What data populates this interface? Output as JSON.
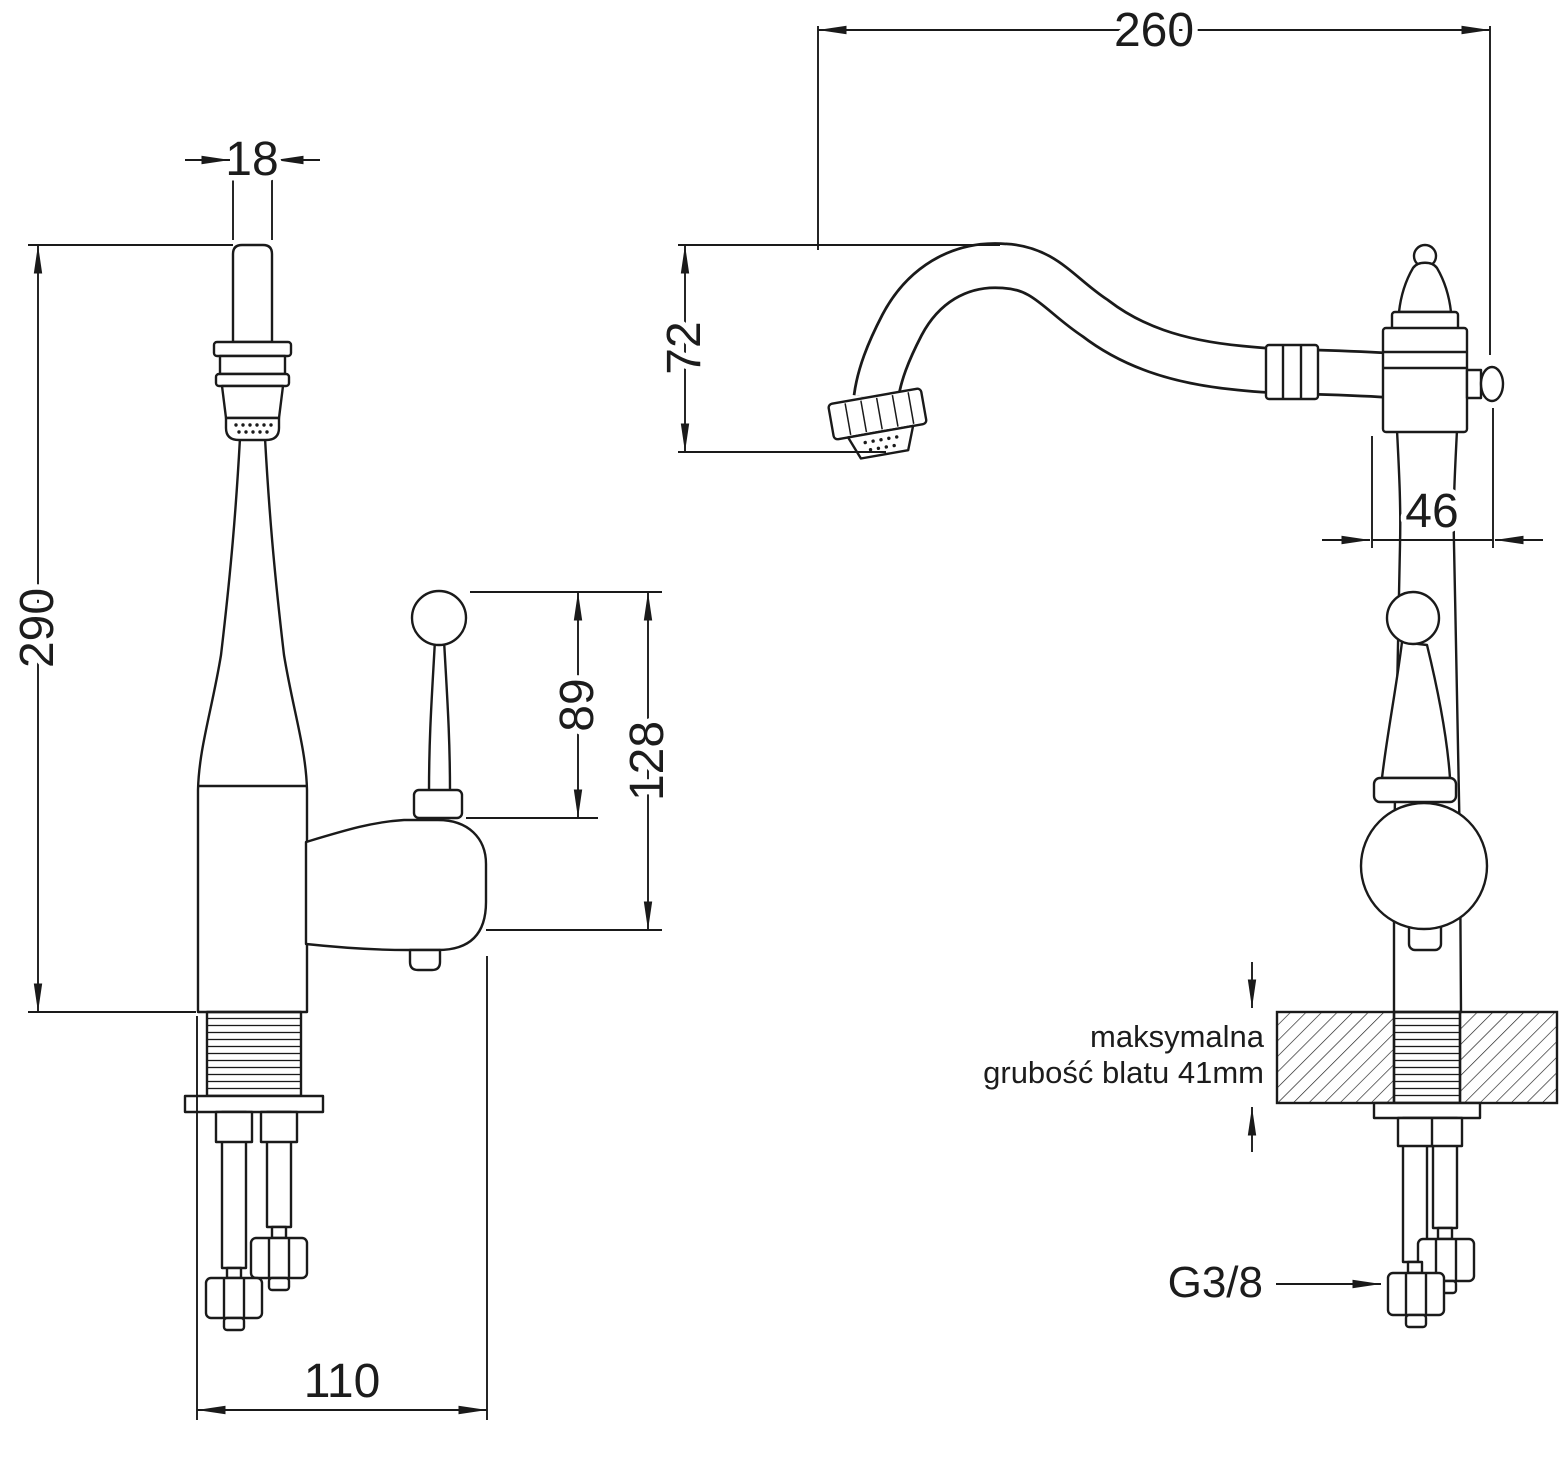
{
  "drawing": {
    "type": "technical-dimension-drawing",
    "subject": "single-lever retro kitchen faucet, two orthographic views",
    "background": "#ffffff",
    "line_color": "#1a1a1a",
    "views": {
      "front": {
        "dims": {
          "spout_pipe_width": "18",
          "total_height": "290",
          "handle_height": "89",
          "handle_total_height": "128",
          "footprint_width": "110"
        }
      },
      "side": {
        "dims": {
          "spout_reach": "260",
          "spout_drop": "72",
          "head_width": "46"
        },
        "counter_note_line1": "maksymalna",
        "counter_note_line2": "grubość blatu 41mm",
        "thread_label": "G3/8"
      }
    }
  }
}
